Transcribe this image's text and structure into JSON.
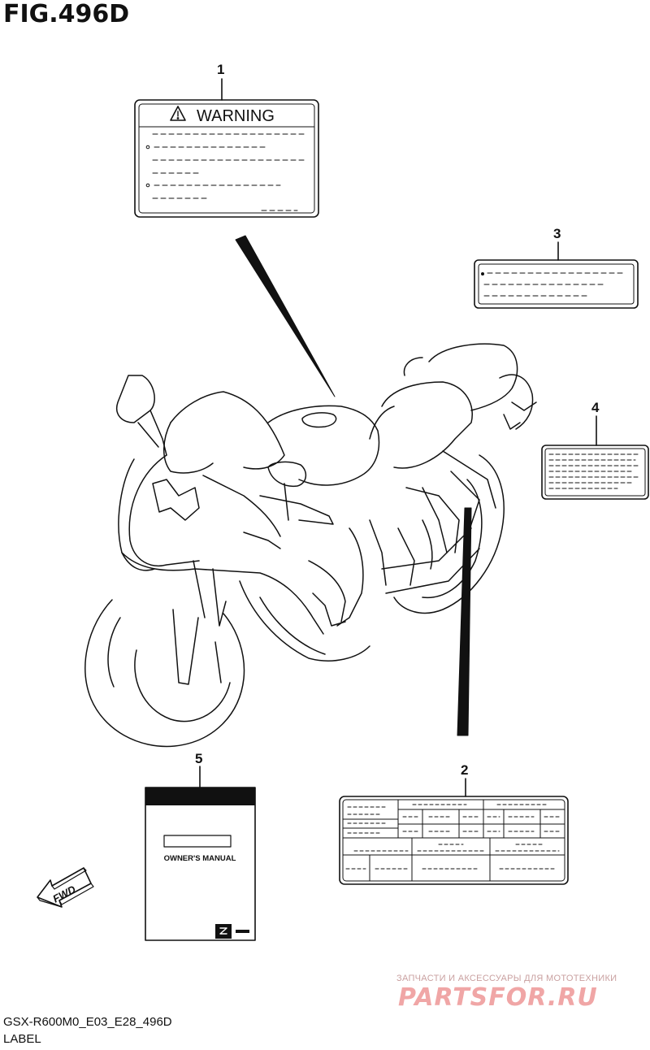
{
  "figure_title": "FIG.496D",
  "callouts": [
    "1",
    "2",
    "3",
    "4",
    "5"
  ],
  "warning_label": {
    "heading": "WARNING"
  },
  "manual": {
    "title": "OWNER'S MANUAL"
  },
  "arrow_text": "FWD",
  "footer": {
    "code": "GSX-R600M0_E03_E28_496D",
    "label": "LABEL"
  },
  "watermark": {
    "tagline": "ЗАПЧАСТИ И АКСЕССУАРЫ ДЛЯ МОТОТЕХНИКИ",
    "brand": "PARTSFOR.RU"
  }
}
